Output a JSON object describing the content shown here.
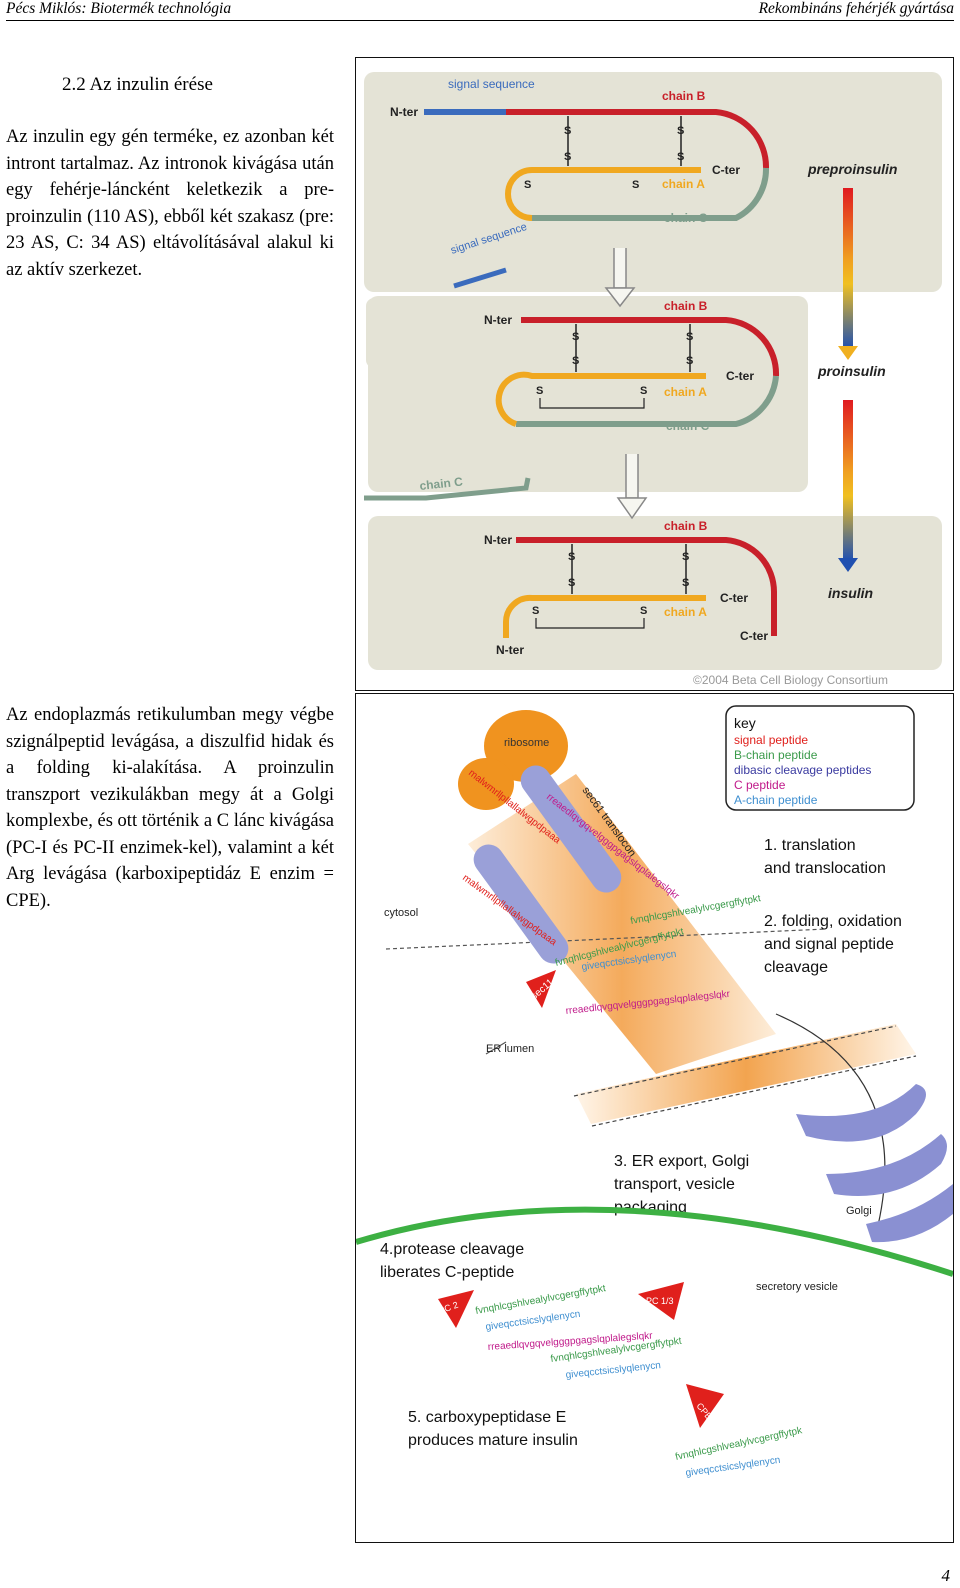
{
  "header": {
    "left": "Pécs Miklós: Biotermék technológia",
    "right": "Rekombináns fehérjék gyártása"
  },
  "section_title": "2.2 Az inzulin érése",
  "paragraph1": "Az inzulin egy gén terméke, ez azonban két intront tartalmaz. Az intronok kivágása után egy fehérje-láncként keletkezik a pre-proinzulin (110 AS), ebből két szakasz (pre: 23 AS, C: 34 AS) eltávolításával alakul ki az aktív szerkezet.",
  "paragraph2": "Az endoplazmás retikulumban megy végbe szignálpeptid levágása, a diszulfid hidak és a folding ki-alakítása. A proinzulin transzport vezikulákban megy át a Golgi komplexbe, és ott történik a C lánc kivágása (PC-I és PC-II enzimek-kel), valamint a két Arg levágása (karboxipeptidáz E enzim = CPE).",
  "figure1": {
    "signal_sequence": "signal sequence",
    "n_ter": "N-ter",
    "c_ter": "C-ter",
    "chain_a": "chain A",
    "chain_b": "chain B",
    "chain_c": "chain C",
    "s": "S",
    "preproinsulin": "preproinsulin",
    "proinsulin": "proinsulin",
    "insulin": "insulin",
    "copyright": "©2004 Beta Cell Biology Consortium",
    "colors": {
      "signal": "#3a6bbd",
      "chain_b": "#c8202a",
      "chain_a": "#f0a820",
      "chain_c": "#7f9e8c",
      "panel": "#e4e3d6"
    }
  },
  "figure2": {
    "key_title": "key",
    "key_items": [
      {
        "label": "signal peptide",
        "color": "#e0201c"
      },
      {
        "label": "B-chain peptide",
        "color": "#3a9a4a"
      },
      {
        "label": "dibasic cleavage peptides",
        "color": "#3a3aa0"
      },
      {
        "label": "C peptide",
        "color": "#c01a8a"
      },
      {
        "label": "A-chain peptide",
        "color": "#3f8fd0"
      }
    ],
    "ribosome": "ribosome",
    "translocon": "sec61 translocon",
    "cytosol": "cytosol",
    "er_lumen": "ER lumen",
    "sec11": "sec11",
    "golgi": "Golgi",
    "secretory_vesicle": "secretory vesicle",
    "pc2": "PC 2",
    "pc13": "PC 1/3",
    "cpe": "CPE",
    "steps": [
      [
        "1. translation",
        "and translocation"
      ],
      [
        "2. folding, oxidation",
        "and signal peptide",
        "cleavage"
      ],
      [
        "3. ER export, Golgi",
        "transport, vesicle",
        "packaging"
      ],
      [
        "4.protease cleavage",
        "liberates C-peptide"
      ],
      [
        "5. carboxypeptidase E",
        "produces mature insulin"
      ]
    ],
    "seq_signal": "malwmrllpllallalwgpdpaaa",
    "seq_b": "fvnqhlcgshlvealylvcgergffytpkt",
    "seq_c": "rreaedlqvgqvelgggpgagslqplalegslqkr",
    "seq_a": "giveqcctsicslyqlenycn",
    "seq_b_mature": "fvnqhlcgshlvealylvcgergffytpk",
    "seq_a_mature": "giveqcctsicslyqlenycn"
  },
  "page_number": "4"
}
